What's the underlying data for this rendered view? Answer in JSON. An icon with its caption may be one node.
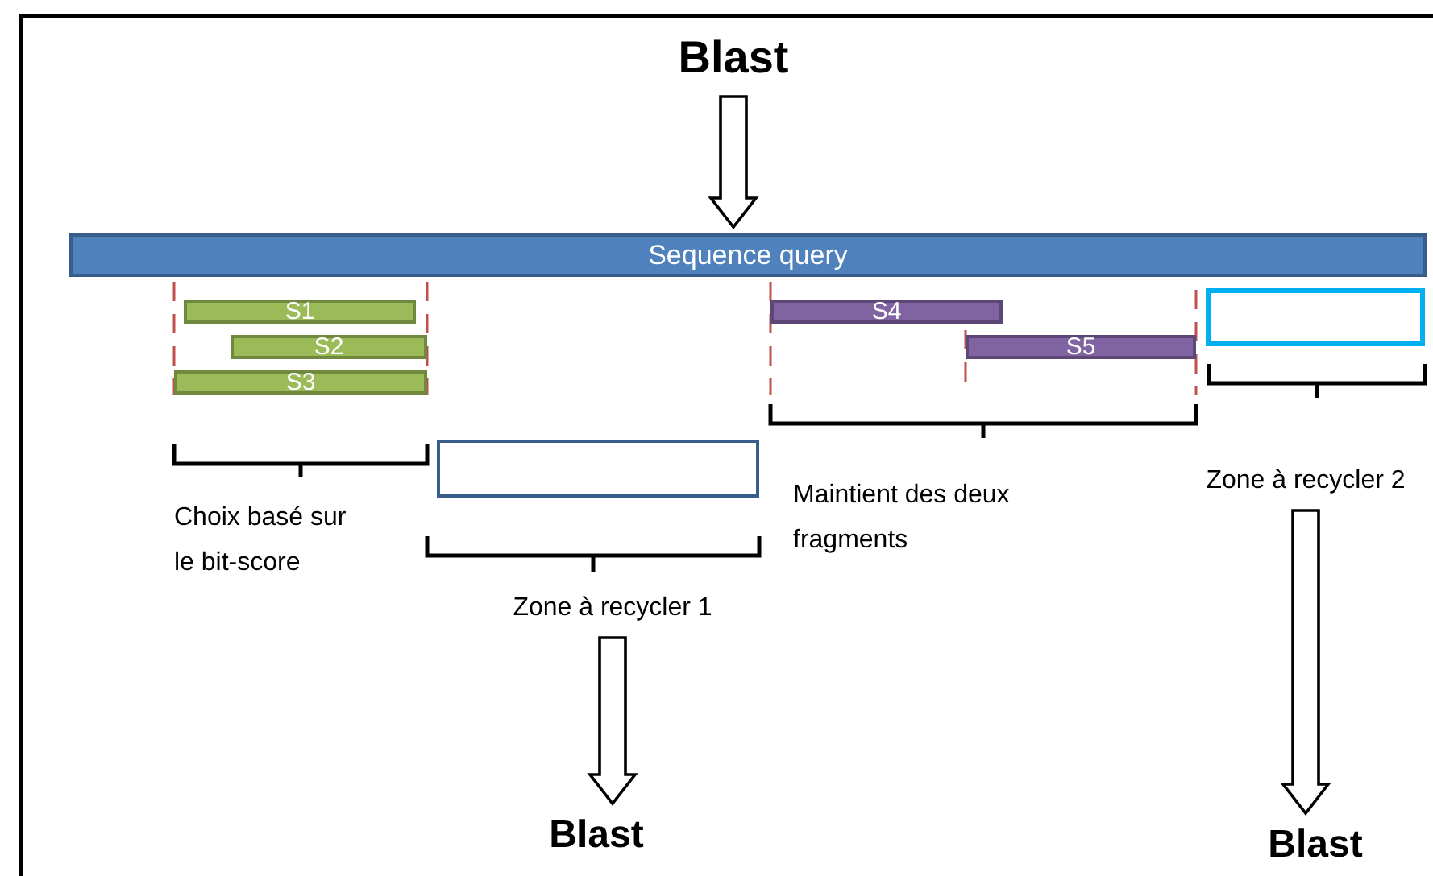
{
  "diagram": {
    "nodes": [
      {
        "text": [
          "Blast"
        ]
      },
      {
        "text": [
          "Sequence query"
        ]
      },
      {
        "text": [
          "S1"
        ]
      },
      {
        "text": [
          "S2"
        ]
      },
      {
        "text": [
          "S3"
        ]
      },
      {
        "text": [
          "S4"
        ]
      },
      {
        "text": [
          "S5"
        ]
      },
      {
        "text": [],
        "shape": "box"
      },
      {
        "text": [],
        "shape": "box"
      },
      {
        "text": [
          "Zone à recycler 1"
        ]
      },
      {
        "text": [
          "Zone à recycler 2"
        ]
      },
      {
        "text": [
          "Blast"
        ]
      },
      {
        "text": [
          "Blast"
        ]
      }
    ],
    "edges": [
      {
        "from": 0,
        "to": 1,
        "arrow": "to"
      },
      {
        "from": 9,
        "to": 11,
        "arrow": "to"
      },
      {
        "from": 10,
        "to": 12,
        "arrow": "to"
      }
    ],
    "labels": [
      "Choix basé sur le bit-score",
      "Maintient des deux fragments"
    ]
  }
}
